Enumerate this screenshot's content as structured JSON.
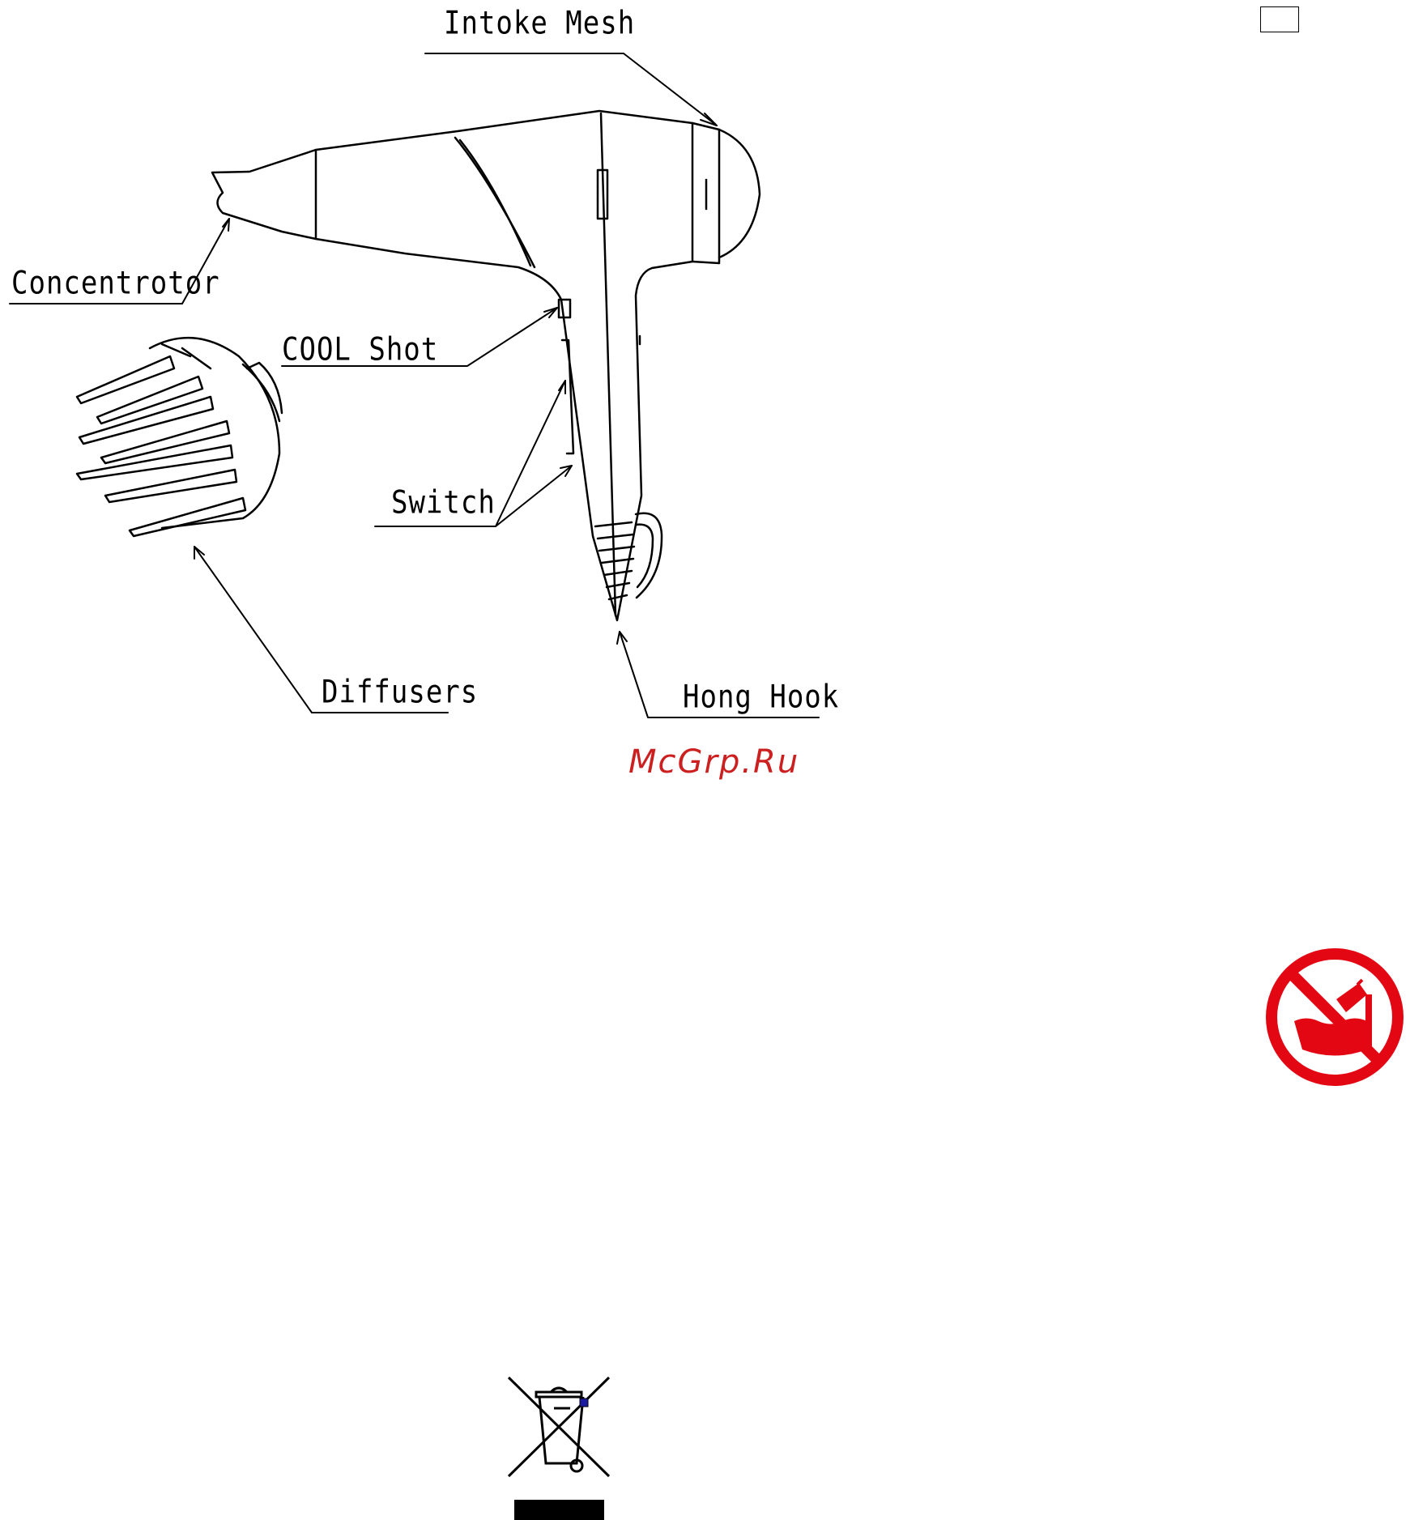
{
  "labels": {
    "intake_mesh": "Intoke Mesh",
    "concentrator": "Concentrotor",
    "cool_shot": "COOL Shot",
    "switch": "Switch",
    "diffusers": "Diffusers",
    "hang_hook": "Hong Hook"
  },
  "watermark": "McGrp.Ru",
  "colors": {
    "line": "#000000",
    "watermark": "#cc1f1f",
    "warning": "#e30613"
  },
  "icons": {
    "no_water": "no-water-bath-icon",
    "weee": "crossed-out-bin-icon"
  }
}
